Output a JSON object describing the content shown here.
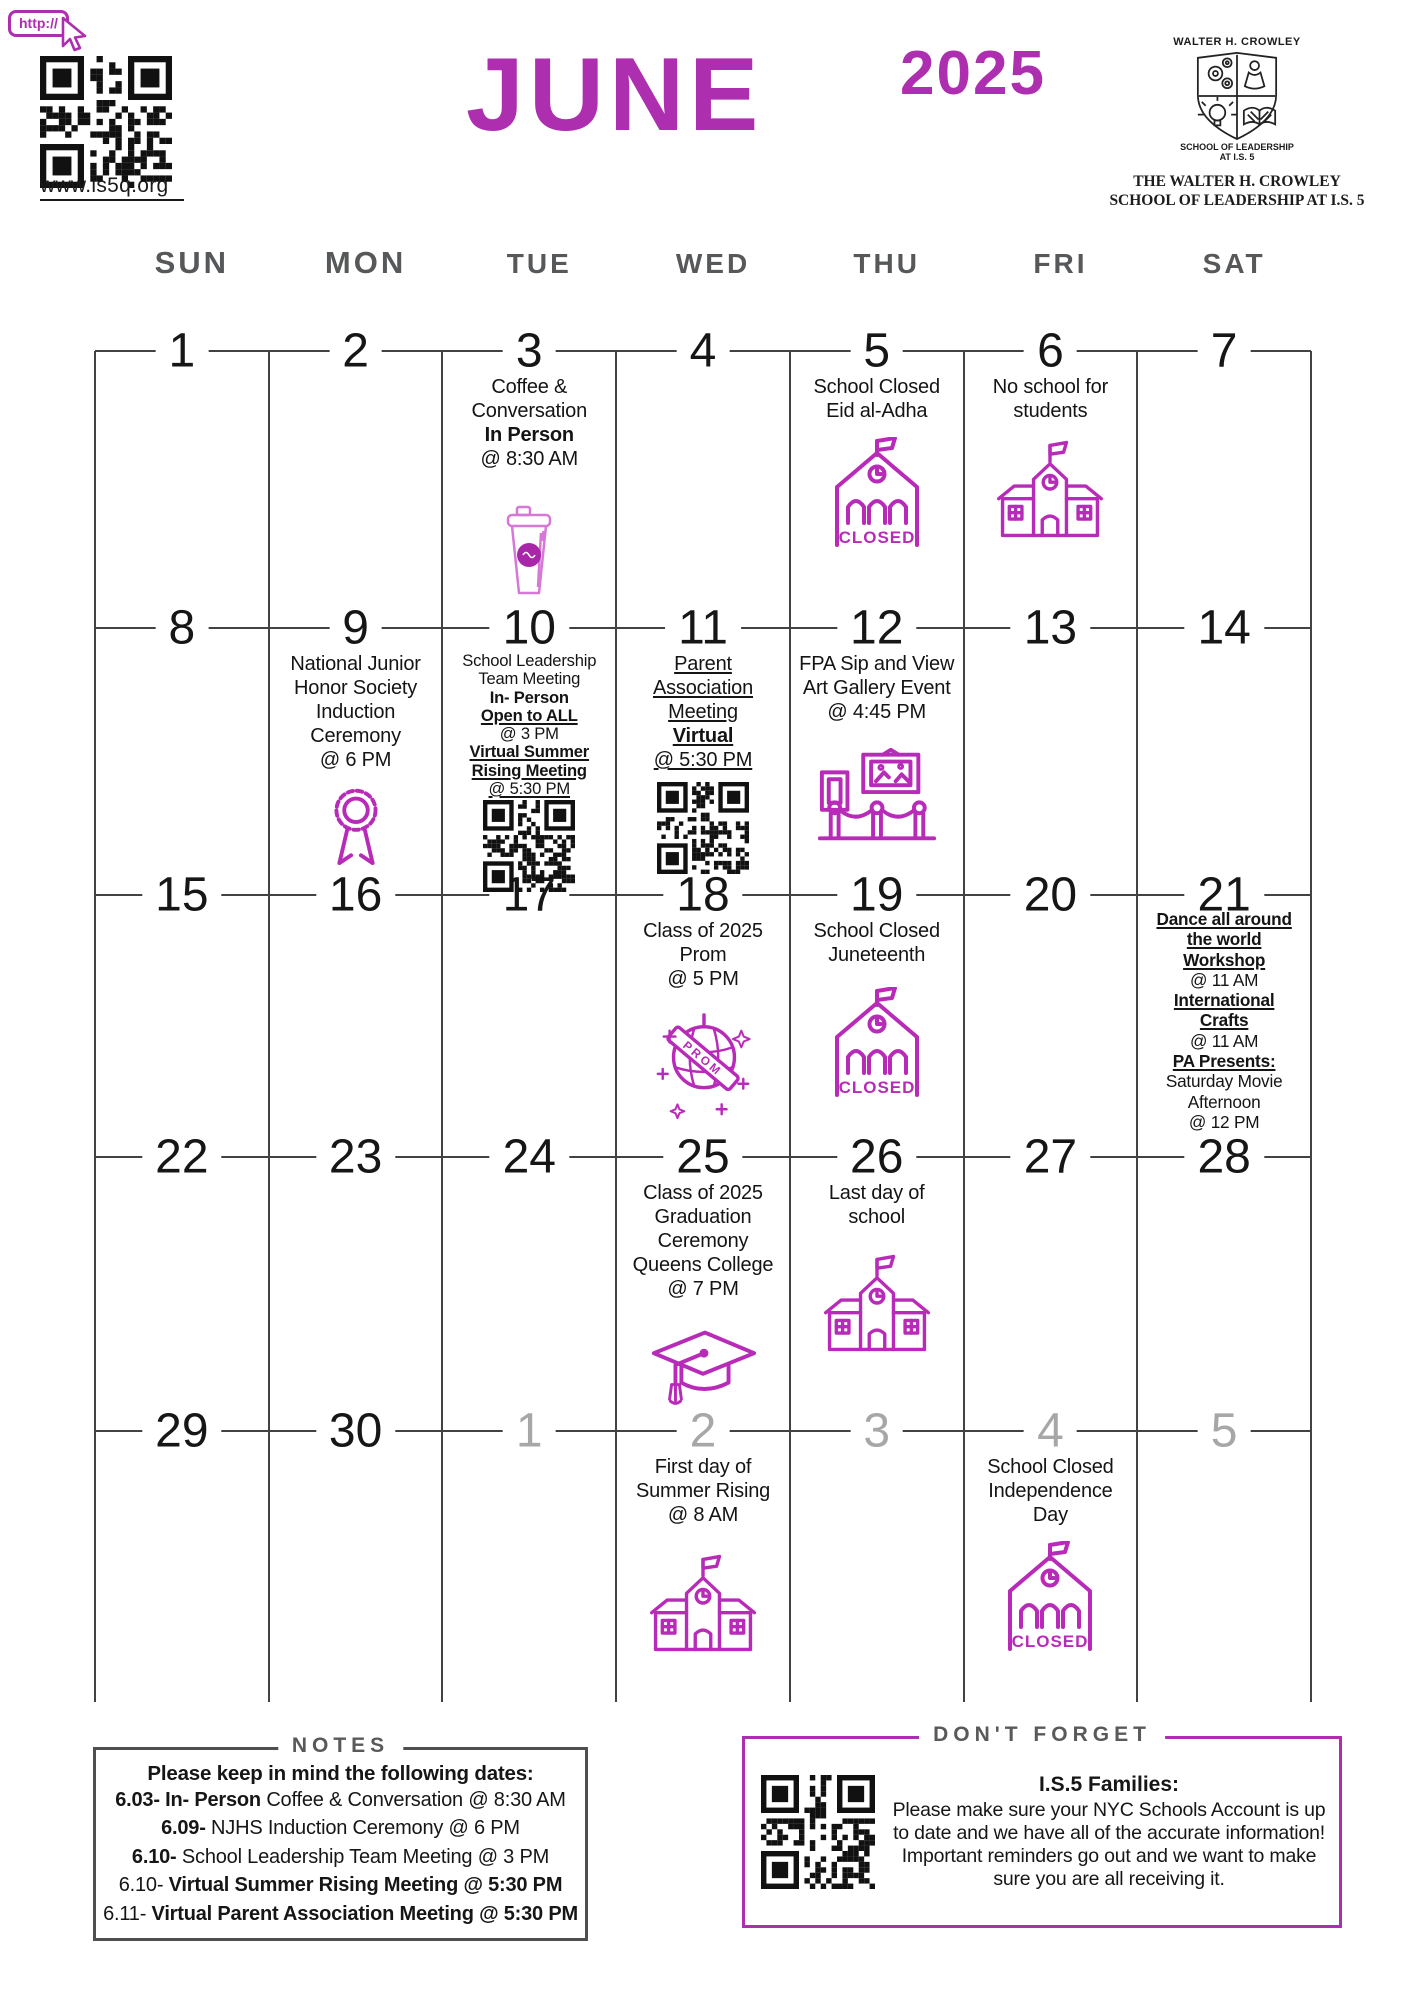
{
  "colors": {
    "accent": "#ad2fb0",
    "icon_magenta": "#b82bb8",
    "qr_black": "#111111",
    "grid_gray": "#424242",
    "heading_gray": "#595959",
    "muted_date_gray": "#a7a7a7"
  },
  "header": {
    "http_badge": "http://",
    "url": "www.is5q.org",
    "month": "JUNE",
    "year": "2025",
    "crest": {
      "top": "WALTER H. CROWLEY",
      "bottom1": "SCHOOL OF LEADERSHIP",
      "bottom2": "AT I.S. 5"
    },
    "school_name_line1": "THE WALTER H. CROWLEY",
    "school_name_line2": "SCHOOL OF LEADERSHIP AT I.S. 5"
  },
  "weekdays": [
    "SUN",
    "MON",
    "TUE",
    "WED",
    "THU",
    "FRI",
    "SAT"
  ],
  "icon_labels": {
    "closed": "CLOSED",
    "prom": "PROM"
  },
  "calendar": {
    "date_rows": [
      [
        {
          "t": "1"
        },
        {
          "t": "2"
        },
        {
          "t": "3"
        },
        {
          "t": "4"
        },
        {
          "t": "5"
        },
        {
          "t": "6"
        },
        {
          "t": "7"
        }
      ],
      [
        {
          "t": "8"
        },
        {
          "t": "9"
        },
        {
          "t": "10"
        },
        {
          "t": "11"
        },
        {
          "t": "12"
        },
        {
          "t": "13"
        },
        {
          "t": "14"
        }
      ],
      [
        {
          "t": "15"
        },
        {
          "t": "16"
        },
        {
          "t": "17"
        },
        {
          "t": "18"
        },
        {
          "t": "19"
        },
        {
          "t": "20"
        },
        {
          "t": "21"
        }
      ],
      [
        {
          "t": "22"
        },
        {
          "t": "23"
        },
        {
          "t": "24"
        },
        {
          "t": "25"
        },
        {
          "t": "26"
        },
        {
          "t": "27"
        },
        {
          "t": "28"
        }
      ],
      [
        {
          "t": "29"
        },
        {
          "t": "30"
        },
        {
          "t": "1",
          "muted": true
        },
        {
          "t": "2",
          "muted": true
        },
        {
          "t": "3",
          "muted": true
        },
        {
          "t": "4",
          "muted": true
        },
        {
          "t": "5",
          "muted": true
        }
      ]
    ],
    "events": [
      {
        "id": "jun3",
        "row": 0,
        "col": 2,
        "icon": "coffee",
        "lines": [
          {
            "t": "Coffee &"
          },
          {
            "t": "Conversation"
          },
          {
            "t": "In Person",
            "b": true
          },
          {
            "t": "@ 8:30 AM"
          }
        ]
      },
      {
        "id": "jun5",
        "row": 0,
        "col": 4,
        "icon": "school-closed",
        "lines": [
          {
            "t": "School Closed"
          },
          {
            "t": "Eid al-Adha"
          }
        ]
      },
      {
        "id": "jun6",
        "row": 0,
        "col": 5,
        "icon": "school",
        "lines": [
          {
            "t": "No school for"
          },
          {
            "t": "students"
          }
        ]
      },
      {
        "id": "jun9",
        "row": 1,
        "col": 1,
        "icon": "award",
        "lines": [
          {
            "t": "National Junior"
          },
          {
            "t": "Honor Society"
          },
          {
            "t": "Induction"
          },
          {
            "t": "Ceremony"
          },
          {
            "t": "@ 6 PM"
          }
        ]
      },
      {
        "id": "jun10",
        "row": 1,
        "col": 2,
        "icon": "qr",
        "lines": [
          {
            "t": "School Leadership"
          },
          {
            "t": "Team Meeting"
          },
          {
            "t": "In- Person",
            "b": true
          },
          {
            "t": "Open to ALL",
            "b": true,
            "u": true
          },
          {
            "t": "@ 3 PM"
          },
          {
            "t": "Virtual Summer",
            "b": true,
            "u": true
          },
          {
            "t": "Rising Meeting",
            "b": true,
            "u": true
          },
          {
            "t": "@ 5:30 PM",
            "u": true
          }
        ]
      },
      {
        "id": "jun11",
        "row": 1,
        "col": 3,
        "icon": "qr",
        "lines": [
          {
            "t": "Parent",
            "u": true
          },
          {
            "t": "Association",
            "u": true
          },
          {
            "t": "Meeting",
            "u": true
          },
          {
            "t": "Virtual",
            "b": true,
            "u": true
          },
          {
            "t": "@ 5:30 PM",
            "u": true
          }
        ]
      },
      {
        "id": "jun12",
        "row": 1,
        "col": 4,
        "icon": "gallery",
        "lines": [
          {
            "t": "FPA Sip and View"
          },
          {
            "t": "Art Gallery Event"
          },
          {
            "t": "@ 4:45 PM"
          }
        ]
      },
      {
        "id": "jun18",
        "row": 2,
        "col": 3,
        "icon": "prom",
        "lines": [
          {
            "t": "Class of 2025"
          },
          {
            "t": "Prom"
          },
          {
            "t": "@ 5 PM"
          }
        ]
      },
      {
        "id": "jun19",
        "row": 2,
        "col": 4,
        "icon": "school-closed",
        "lines": [
          {
            "t": "School Closed"
          },
          {
            "t": "Juneteenth"
          }
        ]
      },
      {
        "id": "jun21",
        "row": 2,
        "col": 6,
        "lines": [
          {
            "t": "Dance all around",
            "b": true,
            "u": true
          },
          {
            "t": "the world",
            "b": true,
            "u": true
          },
          {
            "t": "Workshop",
            "b": true,
            "u": true
          },
          {
            "t": "@ 11 AM"
          },
          {
            "t": "International",
            "b": true,
            "u": true
          },
          {
            "t": "Crafts",
            "b": true,
            "u": true
          },
          {
            "t": "@ 11 AM"
          },
          {
            "t": "PA Presents:",
            "b": true,
            "u": true
          },
          {
            "t": "Saturday Movie"
          },
          {
            "t": "Afternoon"
          },
          {
            "t": "@ 12 PM"
          }
        ]
      },
      {
        "id": "jun25",
        "row": 3,
        "col": 3,
        "icon": "gradcap",
        "lines": [
          {
            "t": "Class of 2025"
          },
          {
            "t": "Graduation"
          },
          {
            "t": "Ceremony"
          },
          {
            "t": "Queens College"
          },
          {
            "t": "@ 7 PM"
          }
        ]
      },
      {
        "id": "jun26",
        "row": 3,
        "col": 4,
        "icon": "school",
        "lines": [
          {
            "t": "Last day of"
          },
          {
            "t": "school"
          }
        ]
      },
      {
        "id": "jul2",
        "row": 4,
        "col": 3,
        "icon": "school",
        "lines": [
          {
            "t": "First day of"
          },
          {
            "t": "Summer Rising"
          },
          {
            "t": "@ 8 AM"
          }
        ]
      },
      {
        "id": "jul4",
        "row": 4,
        "col": 5,
        "icon": "school-closed",
        "lines": [
          {
            "t": "School Closed"
          },
          {
            "t": "Independence"
          },
          {
            "t": "Day"
          }
        ]
      }
    ]
  },
  "notes": {
    "title": "NOTES",
    "intro": "Please keep in mind the following dates:",
    "items": [
      [
        {
          "t": "6.03- ",
          "b": true
        },
        {
          "t": "In- Person ",
          "b": true
        },
        {
          "t": "Coffee & Conversation @ 8:30 AM"
        }
      ],
      [
        {
          "t": "6.09- ",
          "b": true
        },
        {
          "t": "NJHS Induction Ceremony @ 6 PM"
        }
      ],
      [
        {
          "t": "6.10- ",
          "b": true
        },
        {
          "t": "School Leadership Team Meeting @ 3 PM"
        }
      ],
      [
        {
          "t": "6.10- "
        },
        {
          "t": "Virtual Summer Rising Meeting @ 5:30 PM",
          "b": true
        }
      ],
      [
        {
          "t": "6.11- "
        },
        {
          "t": "Virtual Parent Association Meeting @ 5:30 PM",
          "b": true
        }
      ]
    ]
  },
  "dont_forget": {
    "title": "DON'T FORGET",
    "families_heading": "I.S.5 Families:",
    "body": "Please make sure your NYC Schools Account is up to date and we have all of the accurate information! Important reminders go out and we want to make sure you are all receiving it."
  }
}
